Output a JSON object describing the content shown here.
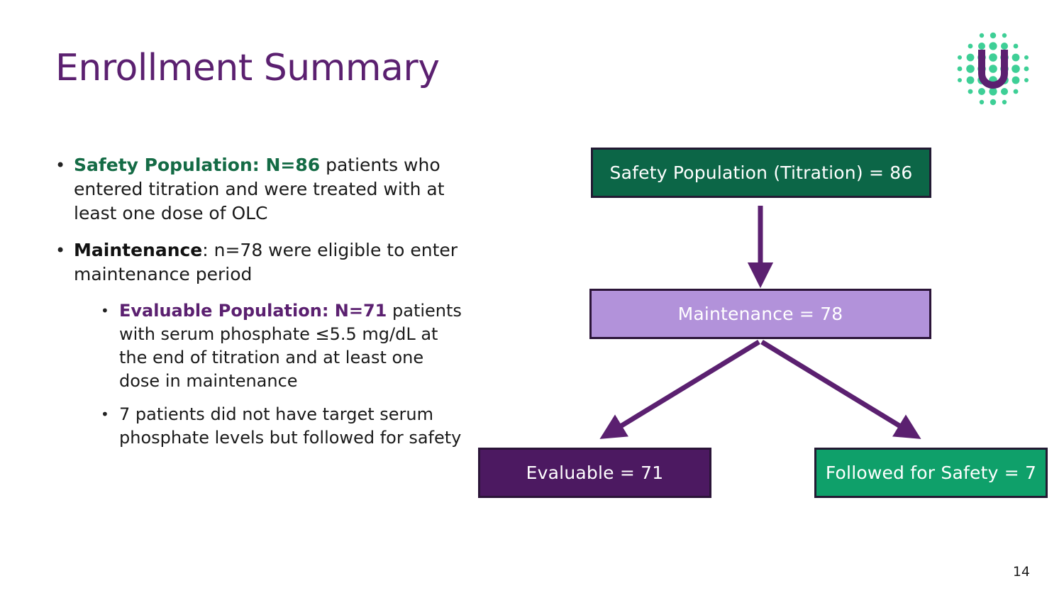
{
  "slide": {
    "title": "Enrollment Summary",
    "page_number": "14",
    "colors": {
      "brand_purple": "#5B2070",
      "dark_purple": "#4C1961",
      "light_purple": "#B292DA",
      "dark_green": "#0C6647",
      "bright_green": "#0FA06A",
      "logo_green": "#3ECF96",
      "text_black": "#1a1a1a"
    }
  },
  "logo": {
    "name": "u-dot-matrix-logo",
    "letter": "U"
  },
  "bullets": [
    {
      "level": 1,
      "marker": "•",
      "lead": "Safety Population: N=86",
      "lead_style": "green",
      "rest": " patients who entered titration and were treated with at least one dose of OLC"
    },
    {
      "level": 1,
      "marker": "•",
      "lead": "Maintenance",
      "lead_style": "black",
      "rest": ": n=78 were eligible to enter maintenance period"
    },
    {
      "level": 2,
      "marker": "•",
      "lead": "Evaluable Population: N=71",
      "lead_style": "purple",
      "rest": " patients with serum phosphate ≤5.5 mg/dL at the end of titration and at least one dose in maintenance"
    },
    {
      "level": 2,
      "marker": "•",
      "lead": "",
      "lead_style": "none",
      "rest": "7 patients did not have target serum phosphate levels but followed for safety"
    }
  ],
  "flow_chart": {
    "type": "diagram",
    "nodes": [
      {
        "id": "safety",
        "label": "Safety Population (Titration) = 86",
        "value": 86,
        "fill": "#0C6647"
      },
      {
        "id": "maintenance",
        "label": "Maintenance = 78",
        "value": 78,
        "fill": "#B292DA"
      },
      {
        "id": "evaluable",
        "label": "Evaluable = 71",
        "value": 71,
        "fill": "#4C1961"
      },
      {
        "id": "followed",
        "label": "Followed for Safety = 7",
        "value": 7,
        "fill": "#0FA06A"
      }
    ],
    "edges": [
      {
        "from": "safety",
        "to": "maintenance"
      },
      {
        "from": "maintenance",
        "to": "evaluable"
      },
      {
        "from": "maintenance",
        "to": "followed"
      }
    ]
  }
}
